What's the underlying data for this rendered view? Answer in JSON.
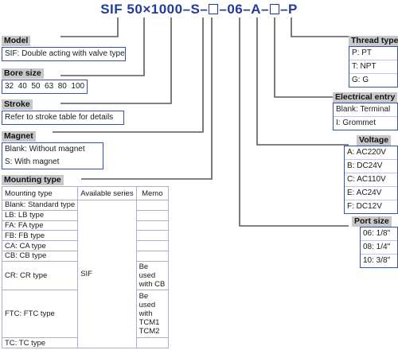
{
  "model_code": {
    "series": "SIF",
    "bore": "50",
    "times": "×",
    "stroke": "1000",
    "magnet": "S",
    "port": "06",
    "voltage": "A",
    "thread": "P"
  },
  "model": {
    "title": "Model",
    "value": "SIF: Double acting with valve type"
  },
  "bore_size": {
    "title": "Bore size",
    "value": "32  40  50  63  80  100"
  },
  "stroke": {
    "title": "Stroke",
    "value": "Refer to stroke table for details"
  },
  "magnet": {
    "title": "Magnet",
    "options": [
      "Blank: Without magnet",
      "S: With magnet"
    ]
  },
  "mounting_type": {
    "title": "Mounting type",
    "columns": [
      "Mounting type",
      "Available series",
      "Memo"
    ],
    "rows": [
      {
        "type": "Blank: Standard type",
        "memo": ""
      },
      {
        "type": "LB: LB type",
        "memo": ""
      },
      {
        "type": "FA: FA type",
        "memo": ""
      },
      {
        "type": "FB: FB type",
        "memo": ""
      },
      {
        "type": "CA: CA type",
        "memo": ""
      },
      {
        "type": "CB: CB type",
        "memo": ""
      },
      {
        "type": "CR: CR type",
        "memo": "Be used with CB"
      },
      {
        "type": "FTC: FTC type",
        "memo": "Be used with TCM1 TCM2"
      },
      {
        "type": "TC: TC type",
        "memo": ""
      }
    ],
    "series": "SIF"
  },
  "thread_type": {
    "title": "Thread type",
    "options": [
      "P: PT",
      "T: NPT",
      "G: G"
    ]
  },
  "electrical_entry": {
    "title": "Electrical entry",
    "options": [
      "Blank: Terminal",
      "I: Grommet"
    ]
  },
  "voltage": {
    "title": "Voltage",
    "options": [
      "A: AC220V",
      "B: DC24V",
      "C: AC110V",
      "E: AC24V",
      "F: DC12V"
    ]
  },
  "port_size": {
    "title": "Port size",
    "options": [
      "06: 1/8\"",
      "08: 1/4\"",
      "10: 3/8\""
    ]
  }
}
